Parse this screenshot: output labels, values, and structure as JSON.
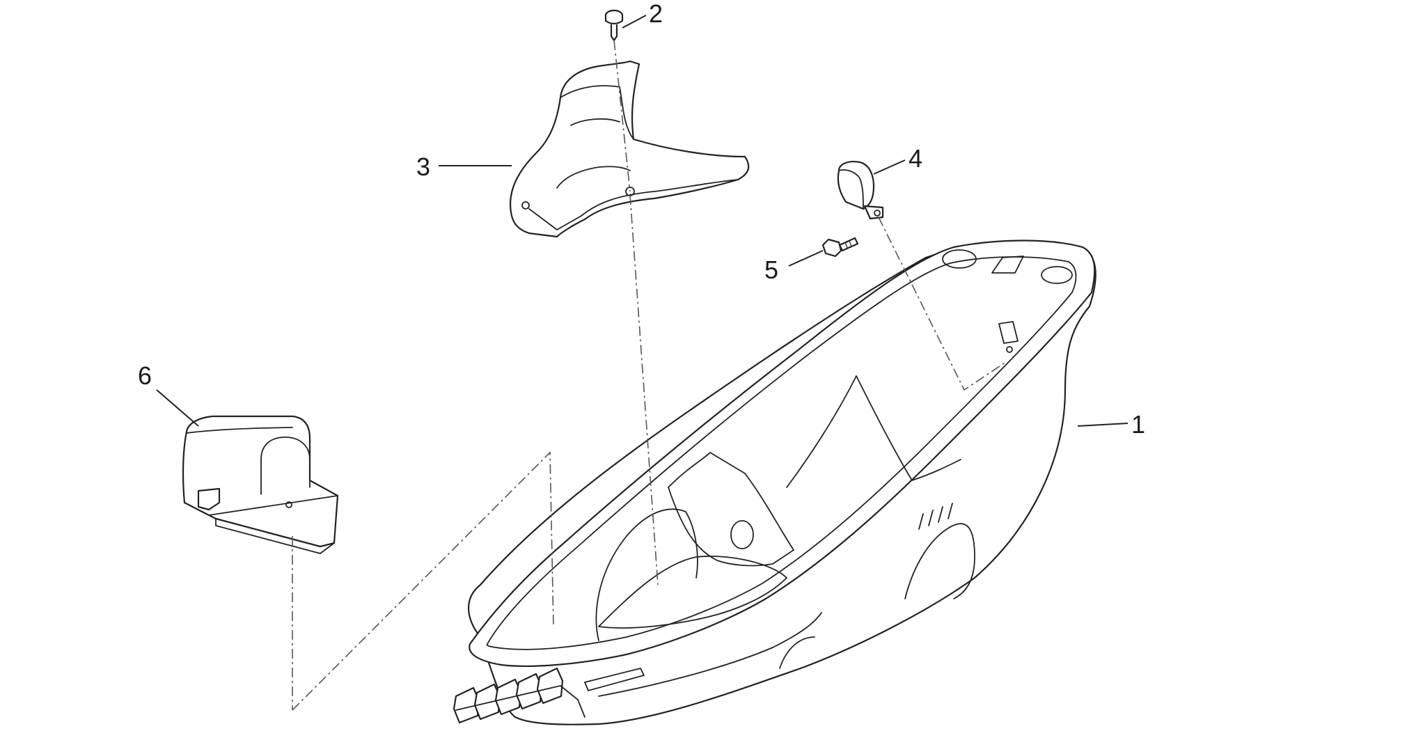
{
  "callouts": [
    {
      "id": "1",
      "text": "1"
    },
    {
      "id": "2",
      "text": "2"
    },
    {
      "id": "3",
      "text": "3"
    },
    {
      "id": "4",
      "text": "4"
    },
    {
      "id": "5",
      "text": "5"
    },
    {
      "id": "6",
      "text": "6"
    }
  ],
  "colors": {
    "line": "#222222",
    "background": "#ffffff"
  }
}
